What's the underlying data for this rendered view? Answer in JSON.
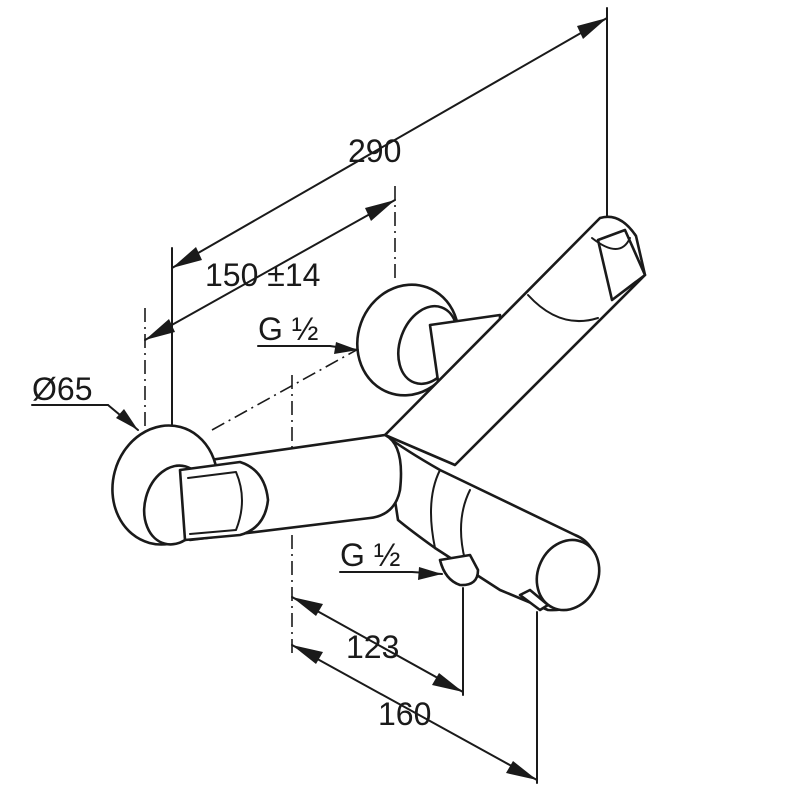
{
  "dimensions": {
    "overall_length": "290",
    "center_distance": "150 ±14",
    "rosette_diameter": "Ø65",
    "inlet_thread": "G ½",
    "outlet_thread": "G ½",
    "spout_offset": "123",
    "outlet_offset": "160"
  }
}
